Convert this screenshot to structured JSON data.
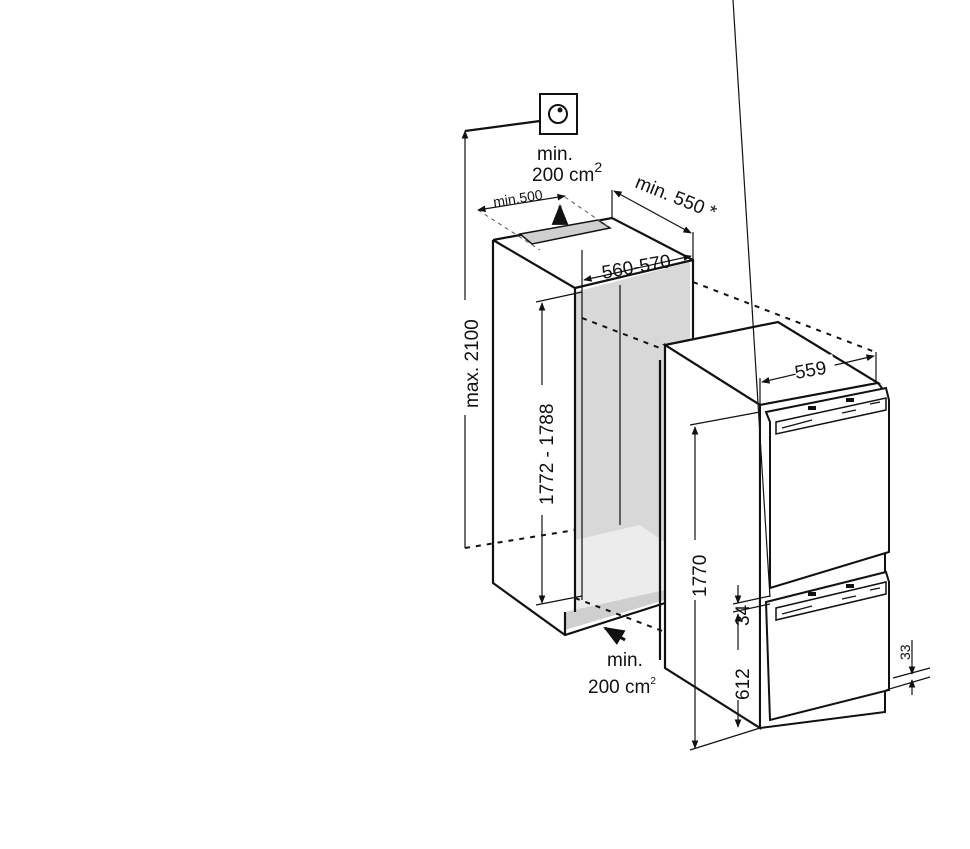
{
  "diagram": {
    "labels": {
      "socket_vent_top_min": "min.",
      "socket_vent_top_area": "200 cm",
      "vent_superscript": "2",
      "vent_depth": "min.500",
      "niche_depth": "min. 550 *",
      "niche_width": "560-570",
      "max_height": "max. 2100",
      "niche_height": "1772 - 1788",
      "vent_bottom_min": "min.",
      "vent_bottom_area": "200 cm",
      "appliance_width": "559",
      "appliance_height": "1770",
      "door_gap": "34",
      "lower_door_height": "612",
      "door_offset": "33"
    },
    "icons": [
      "power-socket-icon",
      "airflow-arrow-icon"
    ]
  }
}
